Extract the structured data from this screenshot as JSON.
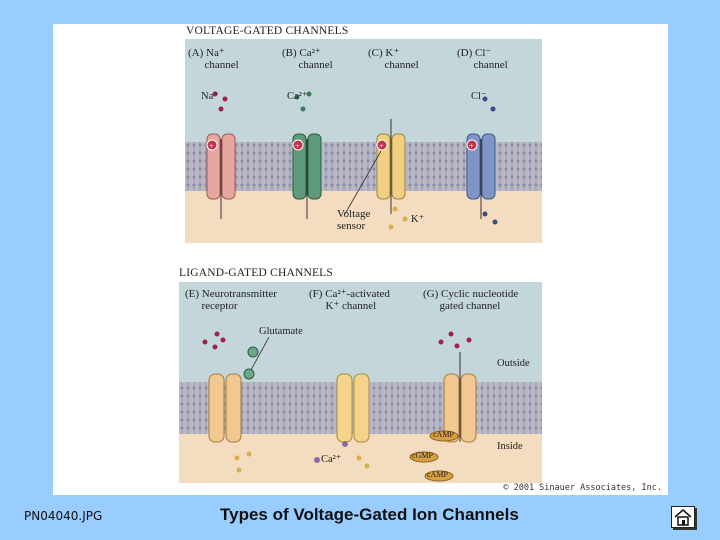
{
  "slide": {
    "filename": "PN04040.JPG",
    "title": "Types of Voltage-Gated Ion Channels"
  },
  "figure": {
    "voltage_section": {
      "title": "VOLTAGE-GATED CHANNELS",
      "panels": [
        {
          "letter": "(A)",
          "ion": "Na⁺",
          "word": "channel",
          "line1": "(A) Na⁺\n      channel"
        },
        {
          "letter": "(B)",
          "ion": "Ca²⁺",
          "word": "channel",
          "line1": "(B) Ca²⁺\n      channel"
        },
        {
          "letter": "(C)",
          "ion": "K⁺",
          "word": "channel",
          "line1": "(C) K⁺\n      channel"
        },
        {
          "letter": "(D)",
          "ion": "Cl⁻",
          "word": "channel",
          "line1": "(D) Cl⁻\n      channel"
        }
      ],
      "ion_labels": {
        "na": "Na⁺",
        "ca": "Ca²⁺",
        "cl": "Cl⁻",
        "k": "K⁺"
      },
      "sensor_label": "Voltage\nsensor"
    },
    "ligand_section": {
      "title": "LIGAND-GATED CHANNELS",
      "panel_e": "(E) Neurotransmitter\n      receptor",
      "panel_f": "(F) Ca²⁺-activated\n      K⁺ channel",
      "panel_g": "(G) Cyclic nucleotide\n      gated channel",
      "glutamate": "Glutamate",
      "outside": "Outside",
      "inside": "Inside",
      "ca_label": "Ca²⁺",
      "camp": "cAMP",
      "cgmp": "cGMP"
    },
    "copyright": "© 2001 Sinauer Associates, Inc."
  },
  "colors": {
    "background": "#99ccff",
    "panel": "#c3d6da",
    "membrane": "#a8a8b8",
    "inside_fluid": "#f3dcc0",
    "na_channel": "#e8a6a0",
    "ca_channel": "#5e9a7c",
    "k_channel": "#f0d080",
    "cl_channel": "#7f95c4",
    "ligand_channel": "#f0c890"
  }
}
